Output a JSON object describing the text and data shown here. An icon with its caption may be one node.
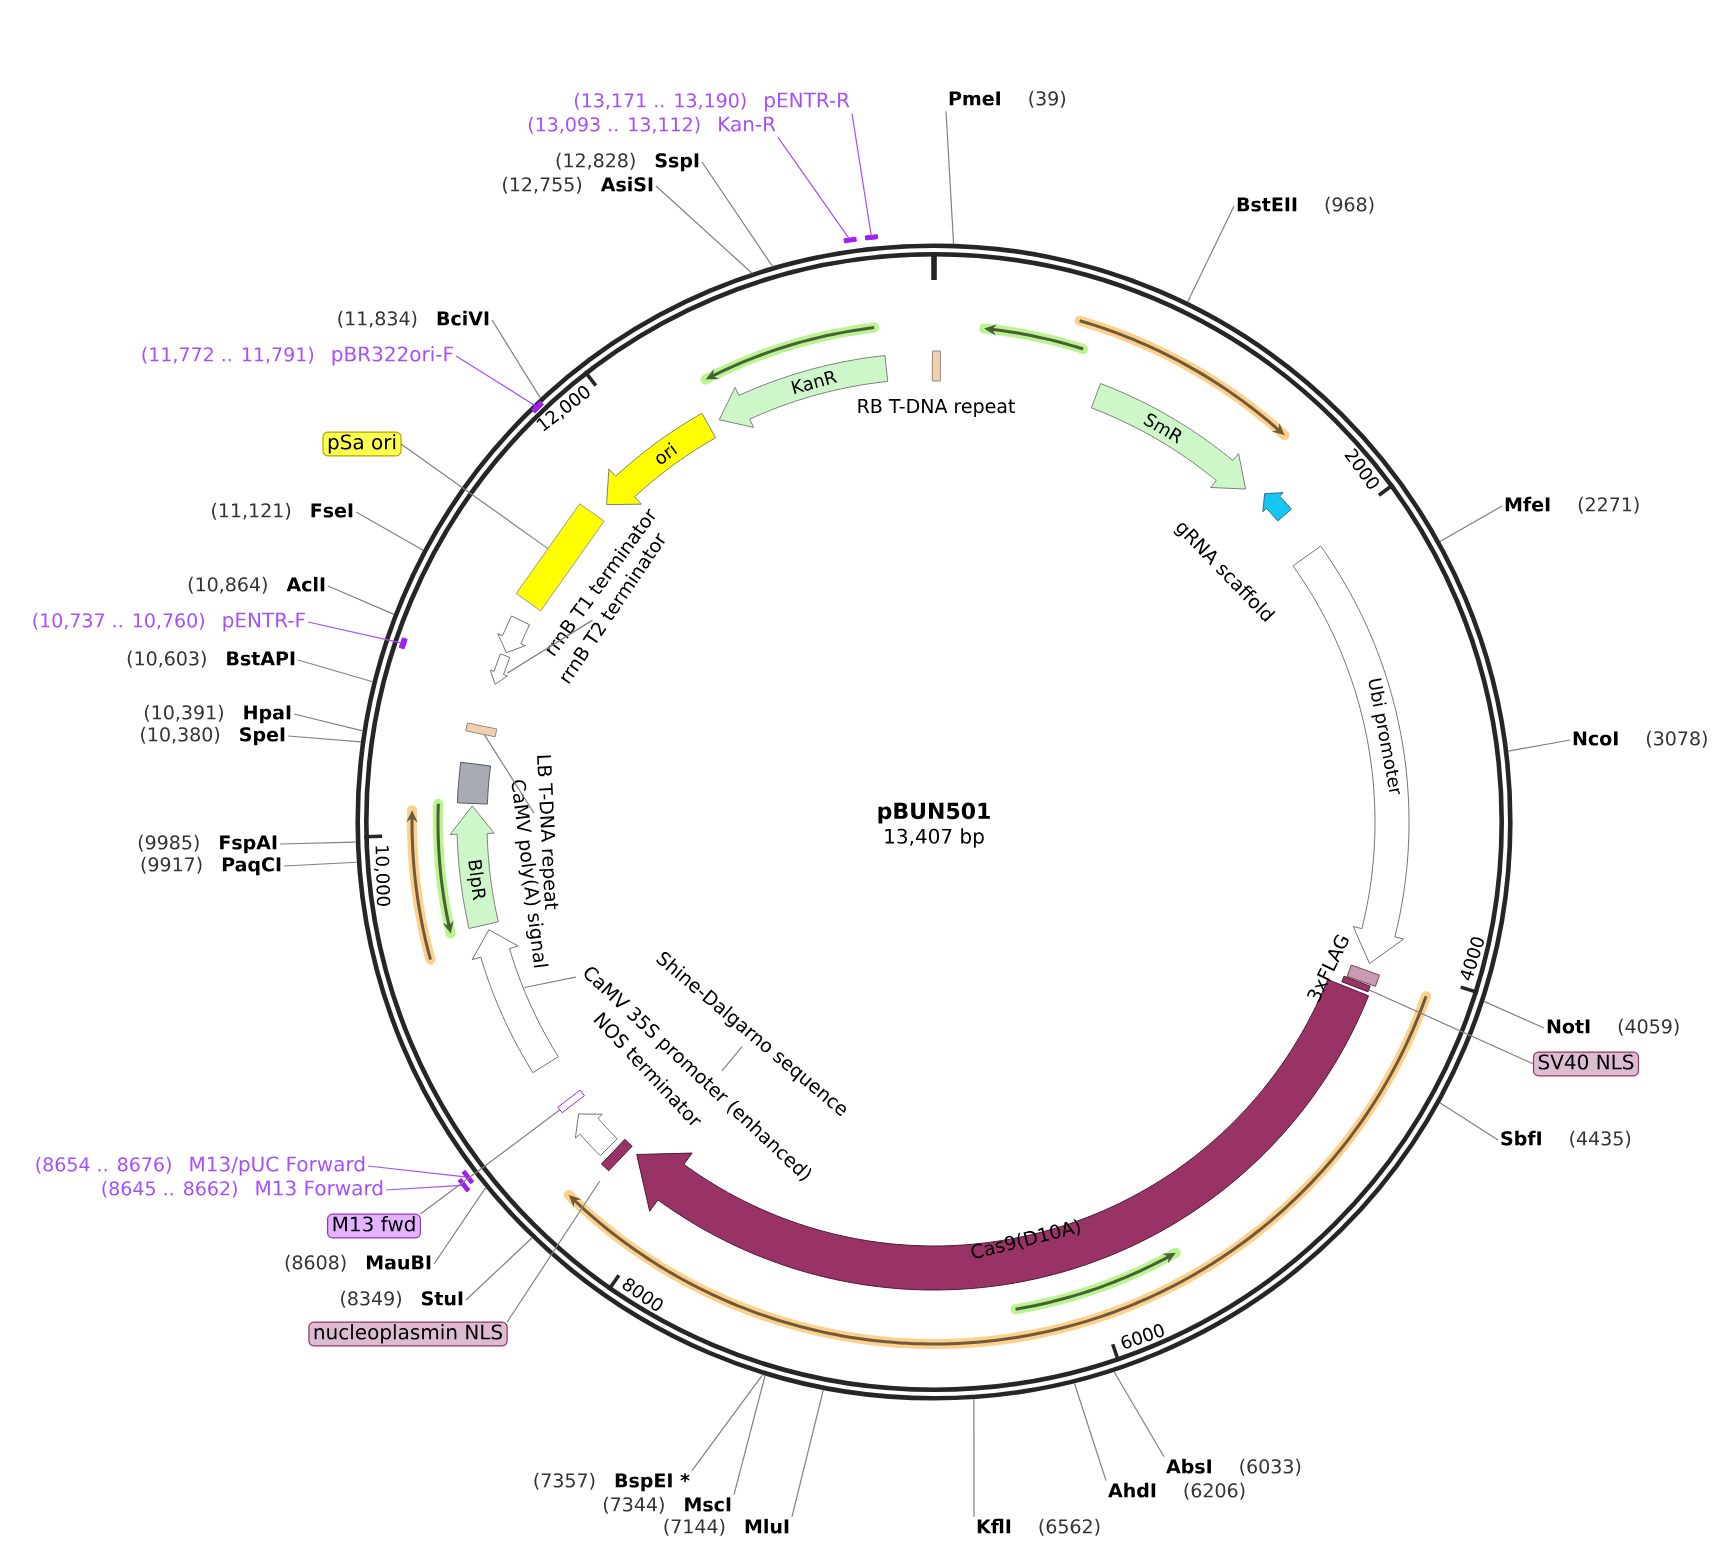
{
  "diagram": {
    "nodes": [
      {
        "text": [
          "pBUN501",
          "13,407 bp"
        ]
      },
      {
        "text": [
          "RB T-DNA repeat"
        ],
        "in": 0
      },
      {
        "text": [
          "KanR"
        ],
        "in": 0
      },
      {
        "text": [
          "SmR"
        ],
        "in": 0
      },
      {
        "text": [
          "ori"
        ],
        "in": 0
      },
      {
        "text": [
          "gRNA scaffold"
        ],
        "in": 0
      },
      {
        "text": [],
        "shape": "bar",
        "in": 0
      },
      {
        "text": [
          "Ubi promoter"
        ],
        "in": 0
      },
      {
        "text": [
          "rrnB T1 terminator"
        ],
        "in": 0
      },
      {
        "text": [],
        "shape": "arrow",
        "in": 0
      },
      {
        "text": [
          "rrnB T2 terminator"
        ],
        "in": 0
      },
      {
        "text": [],
        "shape": "bar",
        "in": 0
      },
      {
        "text": [
          "LB T-DNA repeat"
        ],
        "in": 0
      },
      {
        "text": [
          "CaMV poly(A) signal"
        ],
        "in": 0
      },
      {
        "text": [
          "BlpR"
        ],
        "in": 0
      },
      {
        "text": [],
        "shape": "arrow",
        "in": 0
      },
      {
        "text": [
          "CaMV 35S promoter (enhanced)"
        ],
        "in": 0
      },
      {
        "text": [
          "NOS terminator"
        ],
        "in": 0
      },
      {
        "text": [],
        "shape": "bar",
        "in": 0
      },
      {
        "text": [],
        "shape": "bar",
        "in": 0
      },
      {
        "text": [
          "Cas9(D10A)"
        ],
        "in": 0
      },
      {
        "text": [
          "Shine-Dalgarno sequence"
        ],
        "in": 0
      },
      {
        "text": [
          "3xFLAG"
        ],
        "in": 0
      },
      {
        "text": [],
        "shape": "bar",
        "in": 0
      },
      {
        "text": [
          "pSa ori"
        ]
      },
      {
        "text": [
          "SV40 NLS"
        ]
      },
      {
        "text": [
          "nucleoplasmin NLS"
        ]
      },
      {
        "text": [
          "M13 fwd"
        ]
      },
      {
        "text": [
          "pENTR-R"
        ],
        "beside": [
          "(13,171 .. 13,190)"
        ]
      },
      {
        "text": [],
        "shape": "bar"
      },
      {
        "text": [
          "Kan-R"
        ],
        "beside": [
          "(13,093 .. 13,112)"
        ]
      },
      {
        "text": [],
        "shape": "bar"
      },
      {
        "text": [
          "pBR322ori-F"
        ],
        "beside": [
          "(11,772 .. 11,791)"
        ]
      },
      {
        "text": [],
        "shape": "bar"
      },
      {
        "text": [
          "pENTR-F"
        ],
        "beside": [
          "(10,737 .. 10,760)"
        ]
      },
      {
        "text": [],
        "shape": "bar",
        "in": 0
      },
      {
        "text": [
          "M13/pUC Forward"
        ],
        "beside": [
          "(8654 .. 8676)"
        ]
      },
      {
        "text": [],
        "shape": "bar"
      },
      {
        "text": [
          "M13 Forward"
        ],
        "beside": [
          "(8645 .. 8662)"
        ]
      },
      {
        "text": [],
        "shape": "bar"
      },
      {
        "text": [
          "PmeI"
        ],
        "beside": [
          "(39)"
        ]
      },
      {
        "text": [
          "BstEII"
        ],
        "beside": [
          "(968)"
        ]
      },
      {
        "text": [
          "MfeI"
        ],
        "beside": [
          "(2271)"
        ]
      },
      {
        "text": [
          "NcoI"
        ],
        "beside": [
          "(3078)"
        ]
      },
      {
        "text": [
          "NotI"
        ],
        "beside": [
          "(4059)"
        ]
      },
      {
        "text": [
          "SbfI"
        ],
        "beside": [
          "(4435)"
        ]
      },
      {
        "text": [
          "AbsI"
        ],
        "beside": [
          "(6033)"
        ]
      },
      {
        "text": [
          "AhdI"
        ],
        "beside": [
          "(6206)"
        ]
      },
      {
        "text": [
          "KflI"
        ],
        "beside": [
          "(6562)"
        ]
      },
      {
        "text": [
          "MluI"
        ],
        "beside": [
          "(7144)"
        ]
      },
      {
        "text": [
          "MscI"
        ],
        "beside": [
          "(7344)"
        ]
      },
      {
        "text": [
          "BspEI *"
        ],
        "beside": [
          "(7357)"
        ]
      },
      {
        "text": [
          "StuI"
        ],
        "beside": [
          "(8349)"
        ]
      },
      {
        "text": [
          "MauBI"
        ],
        "beside": [
          "(8608)"
        ]
      },
      {
        "text": [
          "PaqCI"
        ],
        "beside": [
          "(9917)"
        ]
      },
      {
        "text": [
          "FspAI"
        ],
        "beside": [
          "(9985)"
        ]
      },
      {
        "text": [
          "SpeI"
        ],
        "beside": [
          "(10,380)"
        ]
      },
      {
        "text": [
          "HpaI"
        ],
        "beside": [
          "(10,391)"
        ]
      },
      {
        "text": [
          "BstAPI"
        ],
        "beside": [
          "(10,603)"
        ]
      },
      {
        "text": [
          "AclI"
        ],
        "beside": [
          "(10,864)"
        ]
      },
      {
        "text": [
          "FseI"
        ],
        "beside": [
          "(11,121)"
        ]
      },
      {
        "text": [
          "BciVI"
        ],
        "beside": [
          "(11,834)"
        ]
      },
      {
        "text": [
          "AsiSI"
        ],
        "beside": [
          "(12,755)"
        ]
      },
      {
        "text": [
          "SspI"
        ],
        "beside": [
          "(12,828)"
        ]
      }
    ],
    "edges": [
      {
        "from": 24,
        "to": 6,
        "arrow": "none"
      },
      {
        "from": 10,
        "to": 9,
        "arrow": "none"
      },
      {
        "from": 12,
        "to": 11,
        "arrow": "none"
      },
      {
        "from": 16,
        "to": 15,
        "arrow": "none"
      },
      {
        "from": 21,
        "to": null,
        "arrow": "none"
      },
      {
        "from": 25,
        "to": 23,
        "arrow": "none"
      },
      {
        "from": 26,
        "to": 19,
        "arrow": "none"
      },
      {
        "from": 27,
        "to": 18,
        "arrow": "none"
      },
      {
        "from": 28,
        "to": 29,
        "arrow": "none",
        "color": "#a64dff"
      },
      {
        "from": 30,
        "to": 31,
        "arrow": "none",
        "color": "#a64dff"
      },
      {
        "from": 32,
        "to": 33,
        "arrow": "none",
        "color": "#a64dff"
      },
      {
        "from": 34,
        "to": 35,
        "arrow": "none",
        "color": "#a64dff"
      },
      {
        "from": 36,
        "to": 37,
        "arrow": "none",
        "color": "#a64dff"
      },
      {
        "from": 38,
        "to": 39,
        "arrow": "none",
        "color": "#a64dff"
      },
      {
        "from": 40,
        "to": 0,
        "arrow": "none"
      },
      {
        "from": 41,
        "to": 0,
        "arrow": "none"
      },
      {
        "from": 42,
        "to": 0,
        "arrow": "none"
      },
      {
        "from": 43,
        "to": 0,
        "arrow": "none"
      },
      {
        "from": 44,
        "to": 0,
        "arrow": "none"
      },
      {
        "from": 45,
        "to": 0,
        "arrow": "none"
      },
      {
        "from": 46,
        "to": 0,
        "arrow": "none"
      },
      {
        "from": 47,
        "to": 0,
        "arrow": "none"
      },
      {
        "from": 48,
        "to": 0,
        "arrow": "none"
      },
      {
        "from": 49,
        "to": 0,
        "arrow": "none"
      },
      {
        "from": 50,
        "to": 0,
        "arrow": "none"
      },
      {
        "from": 51,
        "to": 0,
        "arrow": "none"
      },
      {
        "from": 52,
        "to": 0,
        "arrow": "none"
      },
      {
        "from": 53,
        "to": 0,
        "arrow": "none"
      },
      {
        "from": 54,
        "to": 0,
        "arrow": "none"
      },
      {
        "from": 55,
        "to": 0,
        "arrow": "none"
      },
      {
        "from": 56,
        "to": 0,
        "arrow": "none"
      },
      {
        "from": 57,
        "to": 0,
        "arrow": "none"
      },
      {
        "from": 58,
        "to": 0,
        "arrow": "none"
      },
      {
        "from": 59,
        "to": 0,
        "arrow": "none"
      },
      {
        "from": 60,
        "to": 0,
        "arrow": "none"
      },
      {
        "from": 61,
        "to": 0,
        "arrow": "none"
      },
      {
        "from": 62,
        "to": 0,
        "arrow": "none"
      },
      {
        "from": 63,
        "to": 0,
        "arrow": "none"
      }
    ],
    "labels": [
      "2000",
      "4000",
      "6000",
      "8000",
      "10,000",
      "12,000"
    ]
  }
}
